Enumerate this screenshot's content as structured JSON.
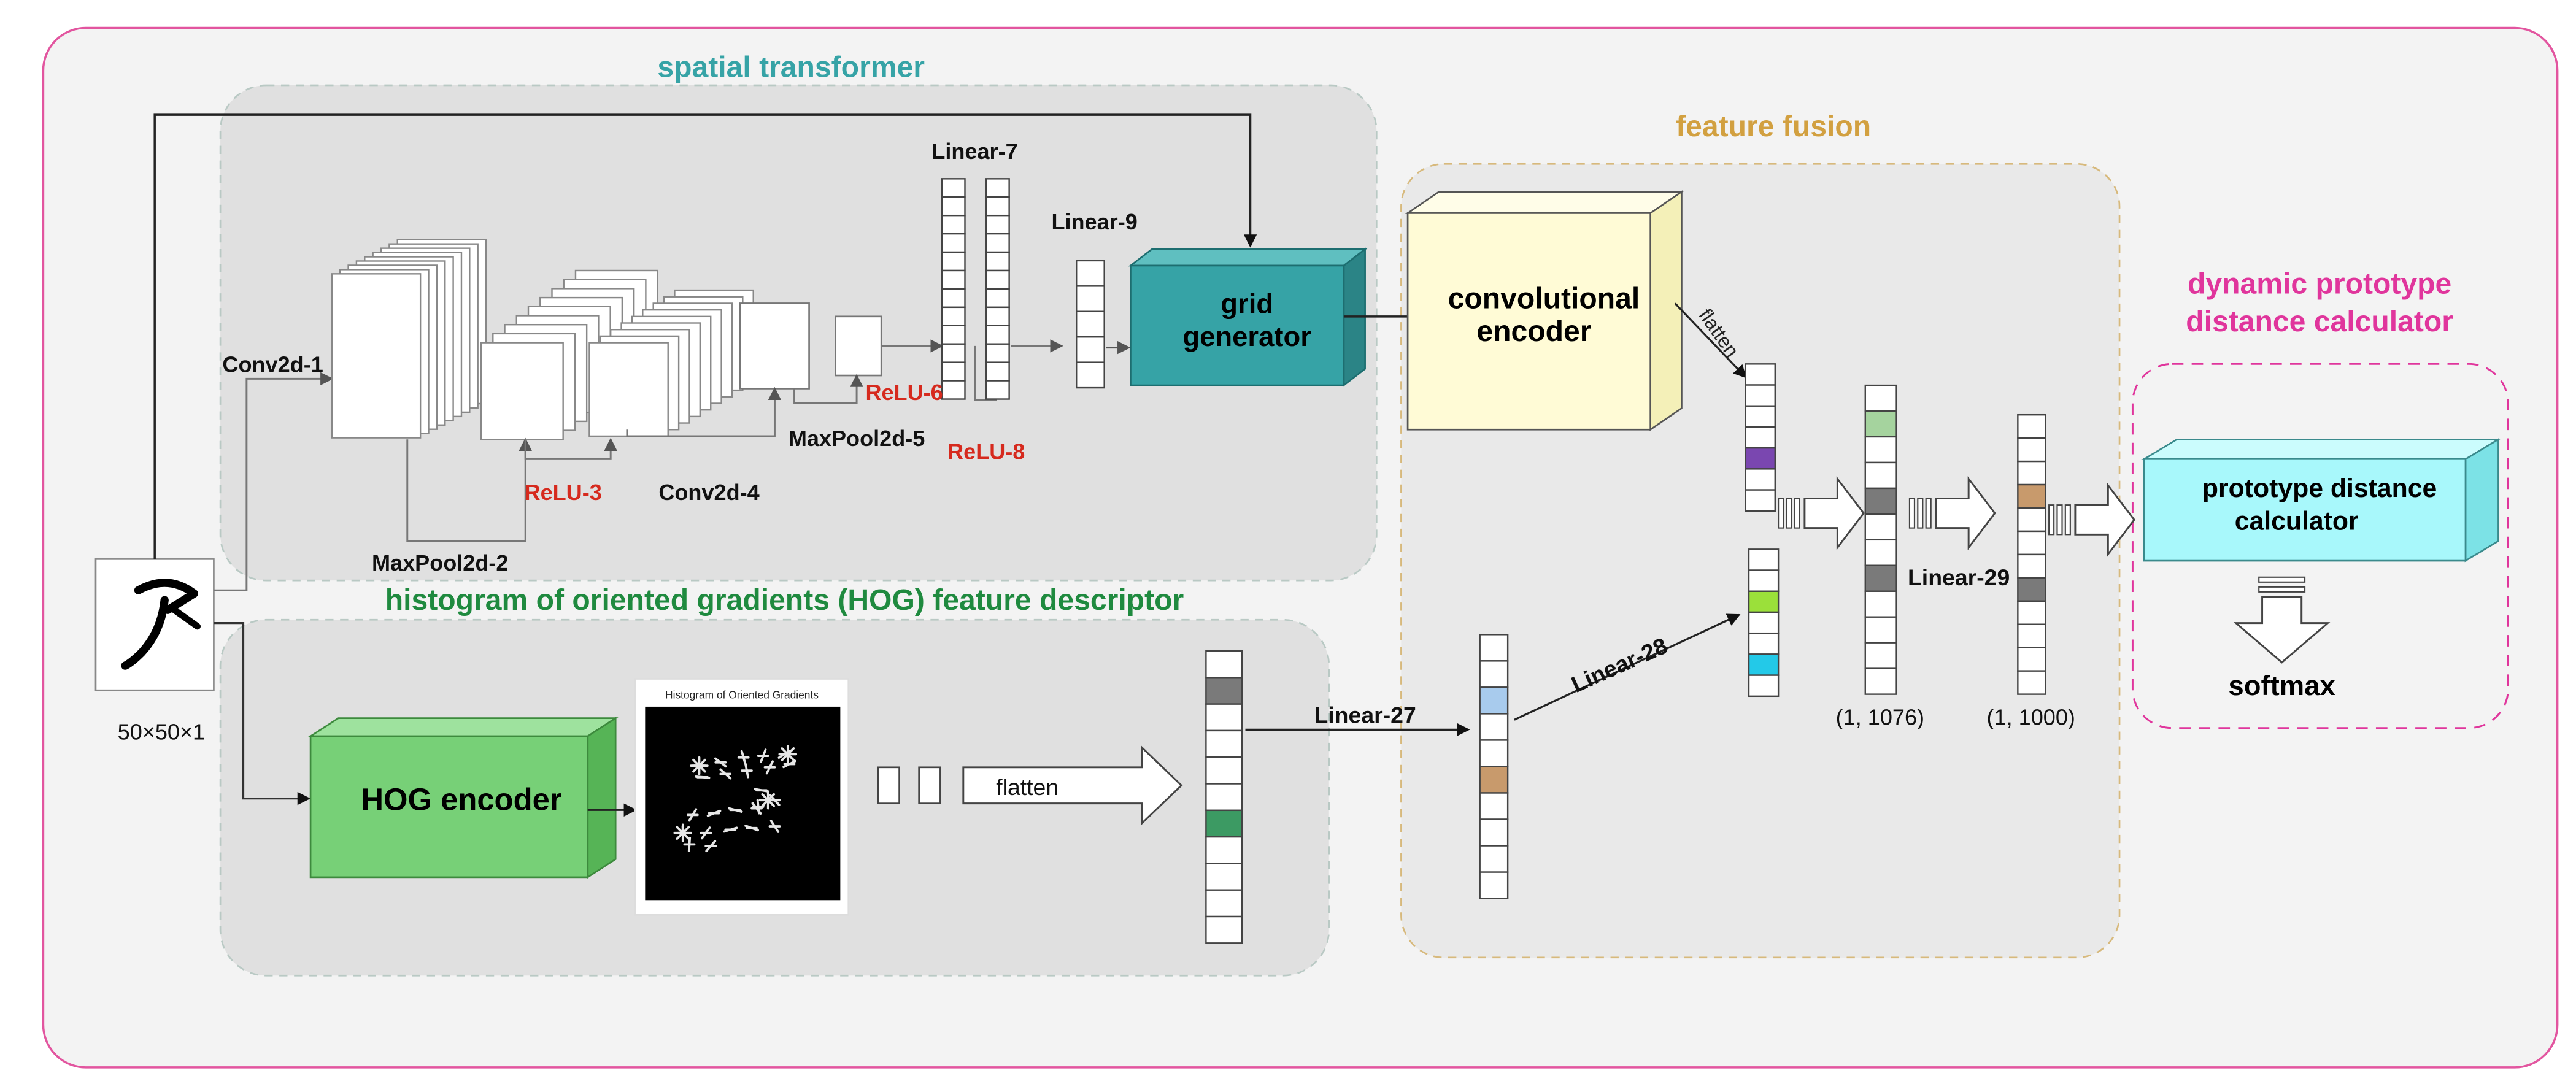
{
  "sections": {
    "spatial_transformer": "spatial transformer",
    "hog_descriptor": "histogram of oriented gradients (HOG) feature descriptor",
    "feature_fusion": "feature fusion",
    "dynamic_prototype_line1": "dynamic prototype",
    "dynamic_prototype_line2": "distance calculator"
  },
  "layers": {
    "conv2d_1": "Conv2d-1",
    "maxpool2d_2": "MaxPool2d-2",
    "relu_3": "ReLU-3",
    "conv2d_4": "Conv2d-4",
    "maxpool2d_5": "MaxPool2d-5",
    "relu_6": "ReLU-6",
    "linear_7": "Linear-7",
    "relu_8": "ReLU-8",
    "linear_9": "Linear-9",
    "linear_27": "Linear-27",
    "linear_28": "Linear-28",
    "linear_29": "Linear-29"
  },
  "blocks": {
    "grid_generator_line1": "grid",
    "grid_generator_line2": "generator",
    "conv_encoder_line1": "convolutional",
    "conv_encoder_line2": "encoder",
    "hog_encoder": "HOG encoder",
    "prototype_line1": "prototype distance",
    "prototype_line2": "calculator",
    "softmax": "softmax"
  },
  "labels": {
    "input_shape": "50×50×1",
    "flatten_hog": "flatten",
    "flatten_conv": "flatten",
    "shape_1076": "(1, 1076)",
    "shape_1000": "(1, 1000)",
    "hog_image_title": "Histogram of Oriented Gradients"
  },
  "colors": {
    "outer_border": "#e2559f",
    "spatial_title": "#36a3a6",
    "hog_title": "#1f8a3f",
    "fusion_title": "#d2a040",
    "dynamic_title": "#e0359c",
    "relu_red": "#d62a1e",
    "grid_generator": "#36a3a6",
    "conv_encoder": "#fffbd6",
    "hog_encoder": "#77d077",
    "prototype": "#a8f8fb",
    "cell_green": "#3c9a63",
    "cell_purple": "#7a47b0",
    "cell_lime": "#9be03a",
    "cell_cyan": "#23c9e8",
    "cell_lightblue": "#a8cbed",
    "cell_tan": "#c89a6c",
    "cell_sage": "#a5d39e",
    "cell_gray": "#7a7a7a"
  }
}
